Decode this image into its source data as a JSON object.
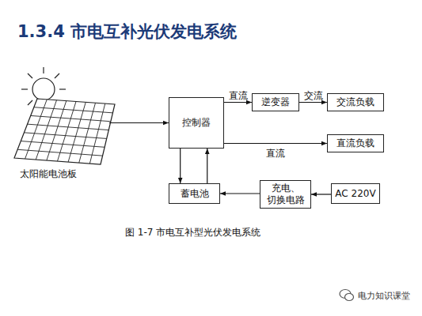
{
  "diagram": {
    "title": "1.3.4 市电互补光伏发电系统",
    "caption": "图 1-7 市电互补型光伏发电系统",
    "nodes": [
      {
        "text": [
          "太阳能电池板"
        ]
      },
      {
        "text": [
          "控制器"
        ]
      },
      {
        "text": [
          "逆变器"
        ]
      },
      {
        "text": [
          "交流负载"
        ]
      },
      {
        "text": [
          "直流负载"
        ]
      },
      {
        "text": [
          "蓄电池"
        ]
      },
      {
        "text": [
          "充电、 切换电路"
        ]
      },
      {
        "text": [
          "AC 220V"
        ]
      }
    ],
    "edges": [
      {
        "from": 0,
        "to": 1,
        "arrow": "to"
      },
      {
        "from": 1,
        "to": 2,
        "label": "直流",
        "arrow": "to"
      },
      {
        "from": 2,
        "to": 3,
        "label": "交流",
        "arrow": "to"
      },
      {
        "from": 1,
        "to": 4,
        "label": "直流",
        "arrow": "to"
      },
      {
        "from": 1,
        "to": 5,
        "arrow": "to"
      },
      {
        "from": 5,
        "to": 1,
        "arrow": "to"
      },
      {
        "from": 6,
        "to": 5,
        "arrow": "to"
      },
      {
        "from": 7,
        "to": 6,
        "arrow": "to"
      }
    ],
    "labels": [
      "电力知识课堂"
    ]
  }
}
